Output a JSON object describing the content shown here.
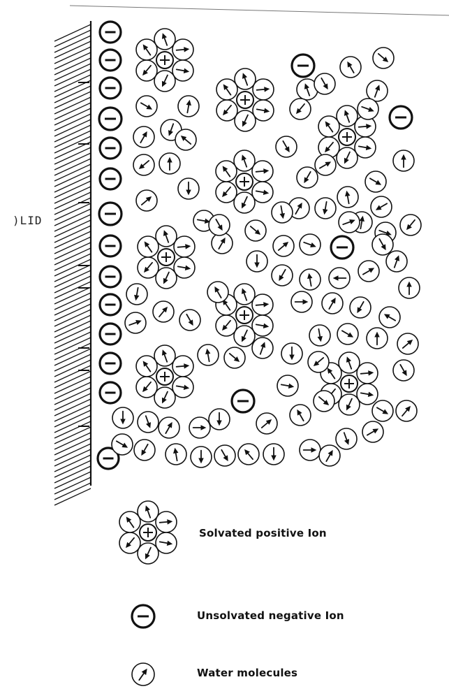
{
  "side_label": ")LID",
  "legend": {
    "solvated_positive_ion": "Solvated positive Ion",
    "unsolvated_negative_ion": "Unsolvated negative Ion",
    "water_molecules": "Water molecules"
  },
  "colors": {
    "ink": "#111111",
    "paper": "#ffffff"
  }
}
